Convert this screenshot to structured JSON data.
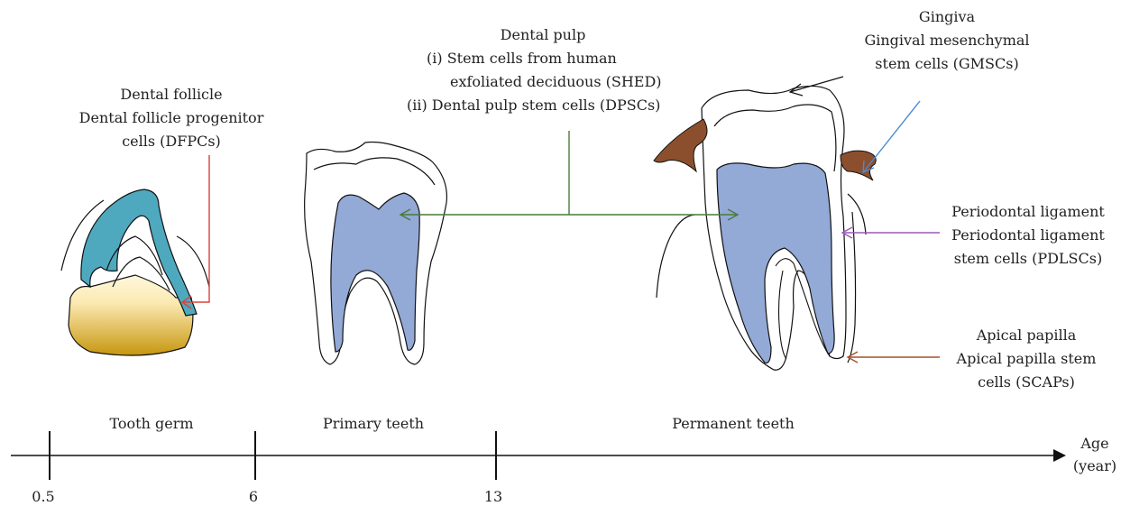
{
  "labels": {
    "dental_follicle": {
      "line1": "Dental follicle",
      "line2": "Dental follicle progenitor",
      "line3": "cells (DFPCs)"
    },
    "dental_pulp": {
      "line1": "Dental pulp",
      "line2": "(i)  Stem cells from human",
      "line3": "exfoliated deciduous (SHED)",
      "line4": "(ii)  Dental pulp stem cells (DPSCs)"
    },
    "gingiva": {
      "line1": "Gingiva",
      "line2": "Gingival mesenchymal",
      "line3": "stem cells (GMSCs)"
    },
    "periodontal": {
      "line1": "Periodontal ligament",
      "line2": "Periodontal ligament",
      "line3": "stem cells (PDLSCs)"
    },
    "apical": {
      "line1": "Apical papilla",
      "line2": "Apical papilla stem",
      "line3": "cells (SCAPs)"
    }
  },
  "timeline": {
    "stages": [
      "Tooth germ",
      "Primary teeth",
      "Permanent teeth"
    ],
    "ticks": [
      "0.5",
      "6",
      "13"
    ],
    "axis_label_line1": "Age",
    "axis_label_line2": "(year)"
  },
  "colors": {
    "follicle_arrow": "#d9433a",
    "pulp_arrow": "#4a7a3a",
    "gingiva_arrow": "#4a8ad0",
    "periodontal_arrow": "#9a5ab8",
    "apical_arrow": "#a0522d",
    "pulp_fill": "#93a9d6",
    "germ_cap_fill": "#4ea9bf",
    "germ_base_top": "#fff6d8",
    "germ_base_bottom": "#c99a10",
    "gingiva_fill": "#8b4f2e"
  }
}
